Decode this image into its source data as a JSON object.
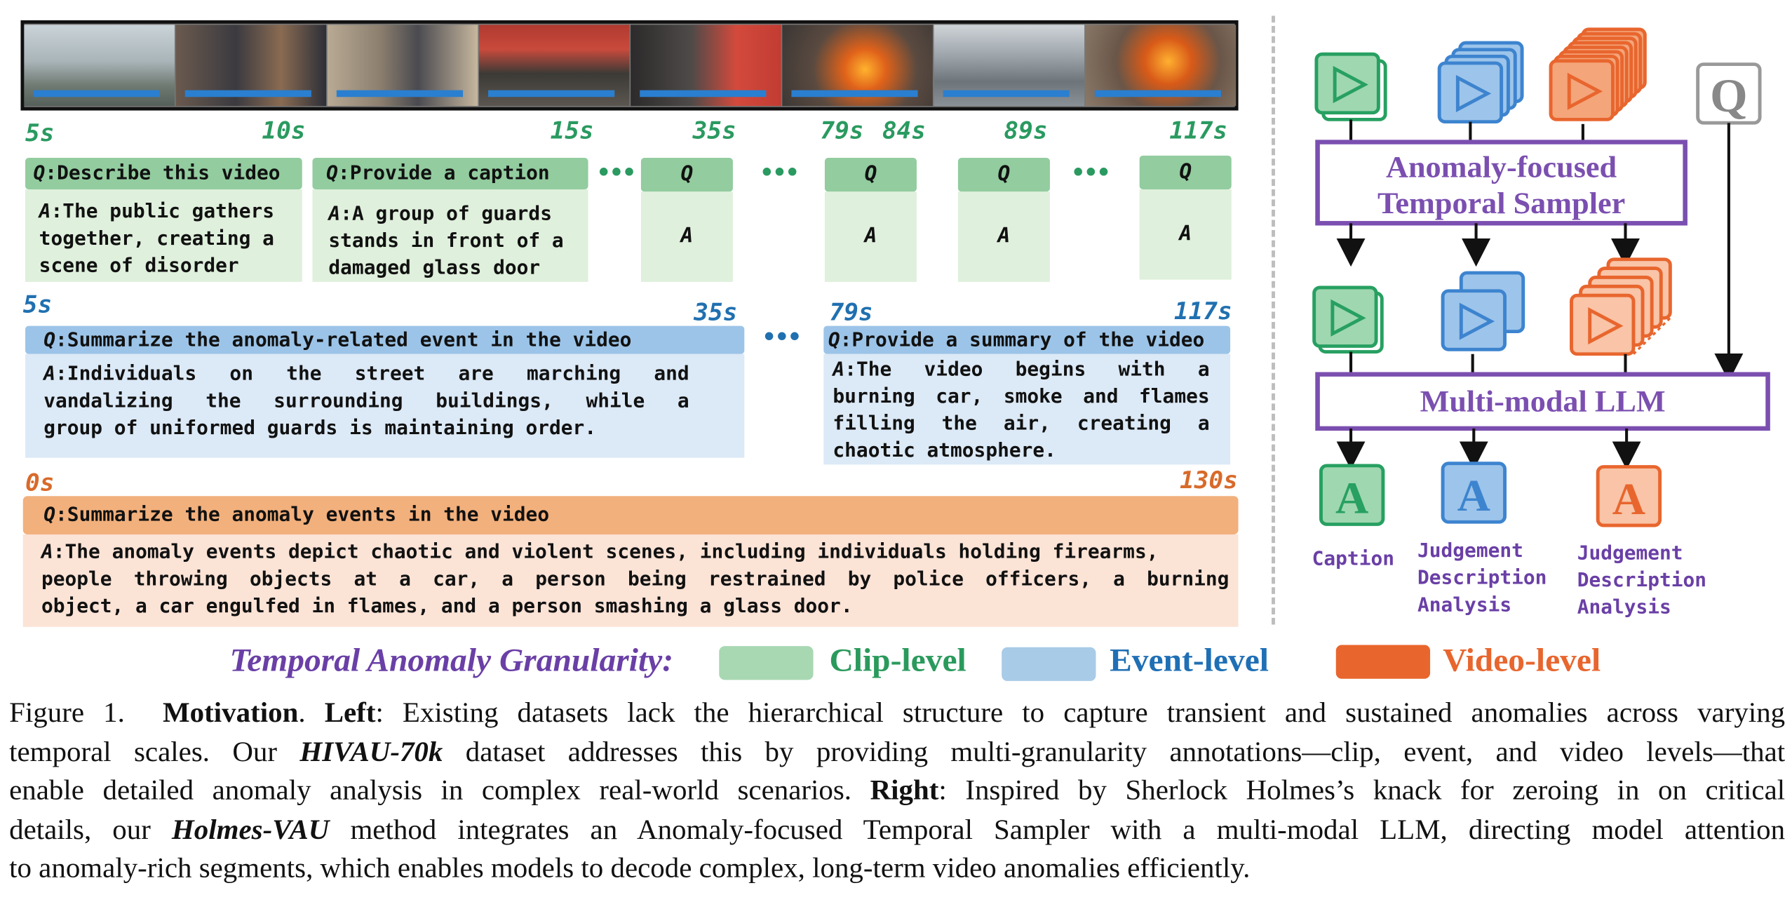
{
  "timeline": {
    "clip_times": [
      "5s",
      "10s",
      "15s",
      "35s",
      "79s",
      "84s",
      "89s",
      "117s"
    ],
    "event_times": [
      "5s",
      "35s",
      "79s",
      "117s"
    ],
    "video_times": [
      "0s",
      "130s"
    ]
  },
  "clip_level": {
    "q1": "Describe this video",
    "a1": [
      "The public gathers",
      "together, creating a",
      "scene of disorder"
    ],
    "q2": "Provide a caption",
    "a2": [
      "A group of guards",
      "stands in front of a",
      "damaged glass door"
    ],
    "q_letter": "Q",
    "a_letter": "A",
    "sep": ":"
  },
  "event_level": {
    "q1": "Summarize the anomaly-related event in the video",
    "a1": [
      "Individuals on the street are marching and",
      "vandalizing the surrounding buildings, while a",
      "group of uniformed guards is maintaining order."
    ],
    "q2": "Provide a summary of the video",
    "a2": [
      "The video begins with a",
      "burning car, smoke and flames",
      "filling the air, creating a",
      "chaotic atmosphere."
    ]
  },
  "video_level": {
    "q": "Summarize the anomaly events in the video",
    "a": [
      "The anomaly events depict chaotic and violent scenes, including individuals holding firearms,",
      "people throwing objects at a car, a person being restrained by police officers, a burning",
      "object, a car engulfed in flames, and a person smashing a glass door."
    ]
  },
  "dots": "•••",
  "pipeline": {
    "q_label": "Q",
    "sampler_label": [
      "Anomaly-focused",
      "Temporal Sampler"
    ],
    "llm_label": "Multi-modal LLM",
    "a_label": "A",
    "outputs": [
      [
        "Caption"
      ],
      [
        "Judgement",
        "Description",
        "Analysis"
      ],
      [
        "Judgement",
        "Description",
        "Analysis"
      ]
    ]
  },
  "legend": {
    "title": "Temporal Anomaly Granularity:",
    "items": [
      {
        "label": "Clip-level",
        "color": "#a8d8b2",
        "text_color": "#2a9a5c"
      },
      {
        "label": "Event-level",
        "color": "#a8cbe8",
        "text_color": "#1f6fb5"
      },
      {
        "label": "Video-level",
        "color": "#e8662e",
        "text_color": "#e8662e"
      }
    ]
  },
  "figure_caption": {
    "label": "Figure 1.",
    "motivation": "Motivation",
    "left_label": "Left",
    "left_text_1": ": Existing datasets lack the hierarchical structure to capture transient and sustained anomalies across varying",
    "left_text_2a": "temporal scales.  Our ",
    "dataset_name": "HIVAU-70k",
    "left_text_2b": " dataset addresses this by providing multi-granularity annotations—clip, event, and video levels—that",
    "left_text_3": "enable detailed anomaly analysis in complex real-world scenarios. ",
    "right_label": "Right",
    "right_text_3": ": Inspired by Sherlock Holmes’s knack for zeroing in on critical",
    "right_text_4a": "details, our ",
    "method_name": "Holmes-VAU",
    "right_text_4b": " method integrates an Anomaly-focused Temporal Sampler with a multi-modal LLM, directing model attention",
    "right_text_5": "to anomaly-rich segments, which enables models to decode complex, long-term video anomalies efficiently."
  }
}
